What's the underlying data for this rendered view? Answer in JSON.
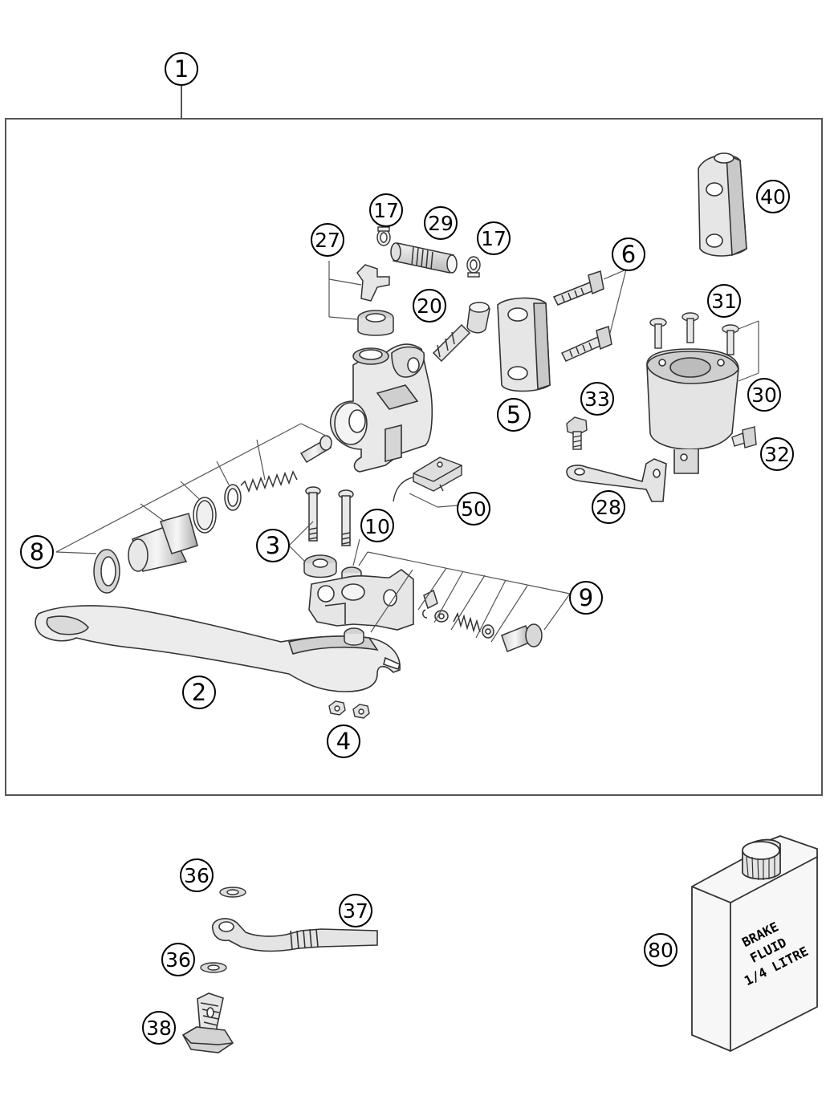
{
  "diagram": {
    "callouts": {
      "c1": "1",
      "c2": "2",
      "c3": "3",
      "c4": "4",
      "c5": "5",
      "c6": "6",
      "c8": "8",
      "c9": "9",
      "c10": "10",
      "c17a": "17",
      "c17b": "17",
      "c20": "20",
      "c27": "27",
      "c28": "28",
      "c29": "29",
      "c30": "30",
      "c31": "31",
      "c32": "32",
      "c33": "33",
      "c40": "40",
      "c50": "50",
      "c36a": "36",
      "c36b": "36",
      "c37": "37",
      "c38": "38",
      "c80": "80"
    },
    "bottle_label": [
      "BRAKE",
      "FLUID",
      "1/4 LITRE"
    ],
    "colors": {
      "line": "#333333",
      "fill_light": "#f2f2f2",
      "fill_mid": "#d9d9d9",
      "fill_dark": "#bdbdbd",
      "callout_ring": "#000000"
    }
  }
}
